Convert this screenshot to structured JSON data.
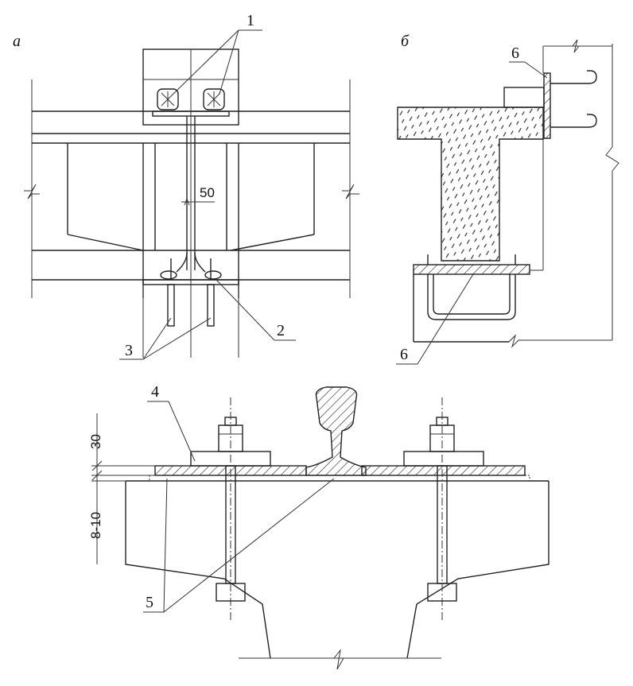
{
  "figure": {
    "view_labels": {
      "a": "а",
      "b": "б"
    },
    "callouts": [
      "1",
      "2",
      "3",
      "4",
      "5",
      "6",
      "6"
    ],
    "dimensions": {
      "web_gap": "50",
      "plate_thickness": "30",
      "grout_layer": "8-10"
    }
  }
}
